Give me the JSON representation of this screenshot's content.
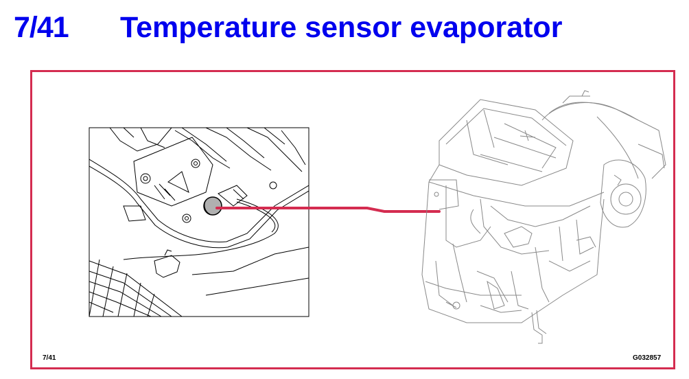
{
  "header": {
    "page_number": "7/41",
    "title": "Temperature sensor evaporator"
  },
  "footer": {
    "page_ref": "7/41",
    "figure_code": "G032857"
  },
  "colors": {
    "title": "#0000ee",
    "frame": "#d42c50",
    "callout_line": "#d42c50",
    "sensor_fill": "#b0b0b0"
  },
  "icons": {
    "detail_view": "sensor-closeup-icon",
    "unit_view": "hvac-unit-icon"
  }
}
